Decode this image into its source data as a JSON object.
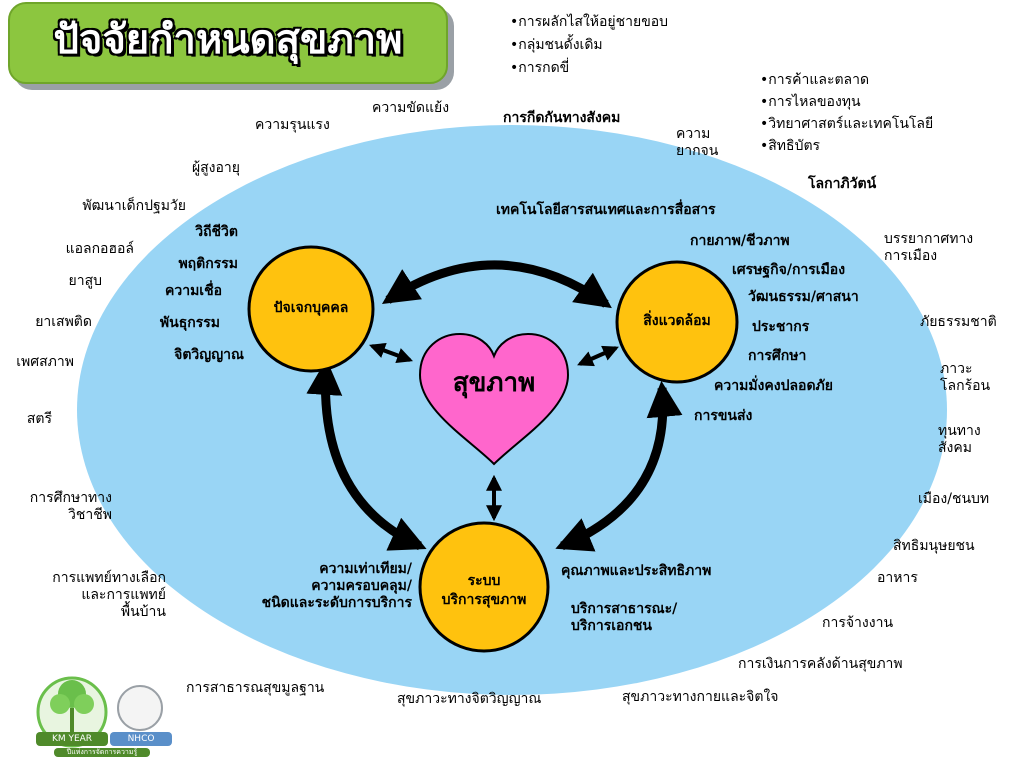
{
  "title": "ปัจจัยกำหนดสุขภาพ",
  "colors": {
    "ellipse": "#99d5f5",
    "node": "#ffc20e",
    "heart": "#ff66cc",
    "title_bg": "#8cc63f",
    "arrow": "#000000"
  },
  "nodes": {
    "individual": "ปัจเจกบุคคล",
    "environment": "สิ่งแวดล้อม",
    "service_line1": "ระบบ",
    "service_line2": "บริการสุขภาพ",
    "health": "สุขภาพ"
  },
  "top_list_1": [
    "•การผลักไสให้อยู่ชายขอบ",
    "•กลุ่มชนดั้งเดิม",
    "•การกดขี่"
  ],
  "top_list_2": [
    "•การค้าและตลาด",
    "•การไหลของทุน",
    "•วิทยาศาสตร์และเทคโนโลยี",
    "•สิทธิบัตร"
  ],
  "labels": {
    "conflict": "ความขัดแย้ง",
    "violence": "ความรุนแรง",
    "social_exclusion": "การกีดกันทางสังคม",
    "poverty": "ความ\nยากจน",
    "globalization": "โลกาภิวัตน์",
    "elderly": "ผู้สูงอายุ",
    "early_childhood": "พัฒนาเด็กปฐมวัย",
    "lifestyle": "วิถีชีวิต",
    "alcohol": "แอลกอฮอล์",
    "behavior": "พฤติกรรม",
    "tobacco": "ยาสูบ",
    "belief": "ความเชื่อ",
    "drugs": "ยาเสพติด",
    "genetics": "พันธุกรรม",
    "sexuality": "เพศสภาพ",
    "spirituality": "จิตวิญญาณ",
    "women": "สตรี",
    "vocational": "การศึกษาทาง\nวิชาชีพ",
    "alt_medicine": "การแพทย์ทางเลือก\nและการแพทย์\nพื้นบ้าน",
    "primary_care": "การสาธารณสุขมูลฐาน",
    "ict": "เทคโนโลยีสารสนเทศและการสื่อสาร",
    "physical_bio": "กายภาพ/ชีวภาพ",
    "political_climate": "บรรยากาศทาง\nการเมือง",
    "econ_politics": "เศรษฐกิจ/การเมือง",
    "culture_religion": "วัฒนธรรม/ศาสนา",
    "natural_disaster": "ภัยธรรมชาติ",
    "population": "ประชากร",
    "education": "การศึกษา",
    "global_warming": "ภาวะ\nโลกร้อน",
    "security": "ความมั่งคงปลอดภัย",
    "transport": "การขนส่ง",
    "social_capital": "ทุนทาง\nสังคม",
    "urban_rural": "เมือง/ชนบท",
    "human_rights": "สิทธิมนุษยชน",
    "food": "อาหาร",
    "employment": "การจ้างงาน",
    "health_finance": "การเงินการคลังด้านสุขภาพ",
    "equity": "ความเท่าเทียม/\nความครอบคลุม/\nชนิดและระดับการบริการ",
    "quality": "คุณภาพและประสิทธิภาพ",
    "public_private": "บริการสาธารณะ/\nบริการเอกชน",
    "spiritual_health": "สุขภาวะทางจิตวิญญาณ",
    "physical_mental_health": "สุขภาวะทางกายและจิตใจ"
  },
  "logo": {
    "badge_left": "KM YEAR",
    "badge_right": "NHCO",
    "caption": "ปีแห่งการจัดการความรู้"
  }
}
